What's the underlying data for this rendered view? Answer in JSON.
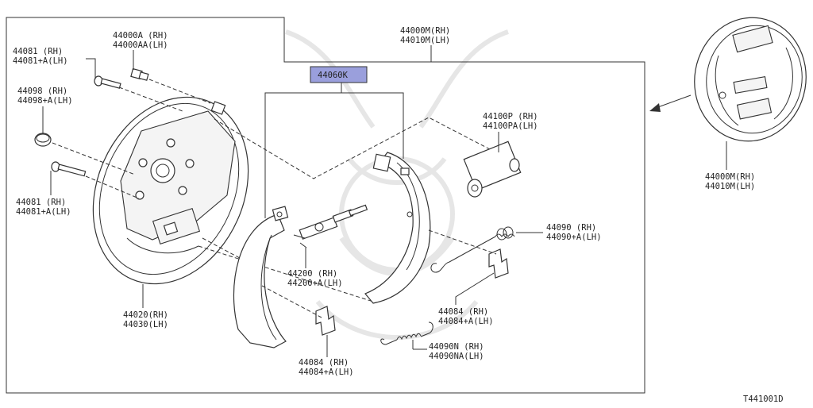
{
  "assembly": {
    "rh": "44000M(RH)",
    "lh": "44010M(LH)"
  },
  "assembly_thumb": {
    "rh": "44000M(RH)",
    "lh": "44010M(LH)"
  },
  "highlight": {
    "number": "44060K",
    "color": "#9a9fdc"
  },
  "labels": {
    "bolt_top": {
      "rh": "44081 (RH)",
      "lh": "44081+A(LH)"
    },
    "nut_top": {
      "rh": "44000A (RH)",
      "lh": "44000AA(LH)"
    },
    "plug": {
      "rh": "44098 (RH)",
      "lh": "44098+A(LH)"
    },
    "bolt_bottom": {
      "rh": "44081 (RH)",
      "lh": "44081+A(LH)"
    },
    "backplate": {
      "rh": "44020(RH)",
      "lh": "44030(LH)"
    },
    "adjuster": {
      "rh": "44200 (RH)",
      "lh": "44200+A(LH)"
    },
    "wheel_cyl": {
      "rh": "44100P (RH)",
      "lh": "44100PA(LH)"
    },
    "spring_upper": {
      "rh": "44090 (RH)",
      "lh": "44090+A(LH)"
    },
    "clip_right": {
      "rh": "44084 (RH)",
      "lh": "44084+A(LH)"
    },
    "spring_lower": {
      "rh": "44090N (RH)",
      "lh": "44090NA(LH)"
    },
    "clip_left": {
      "rh": "44084 (RH)",
      "lh": "44084+A(LH)"
    }
  },
  "diagram_code": "T441001D"
}
